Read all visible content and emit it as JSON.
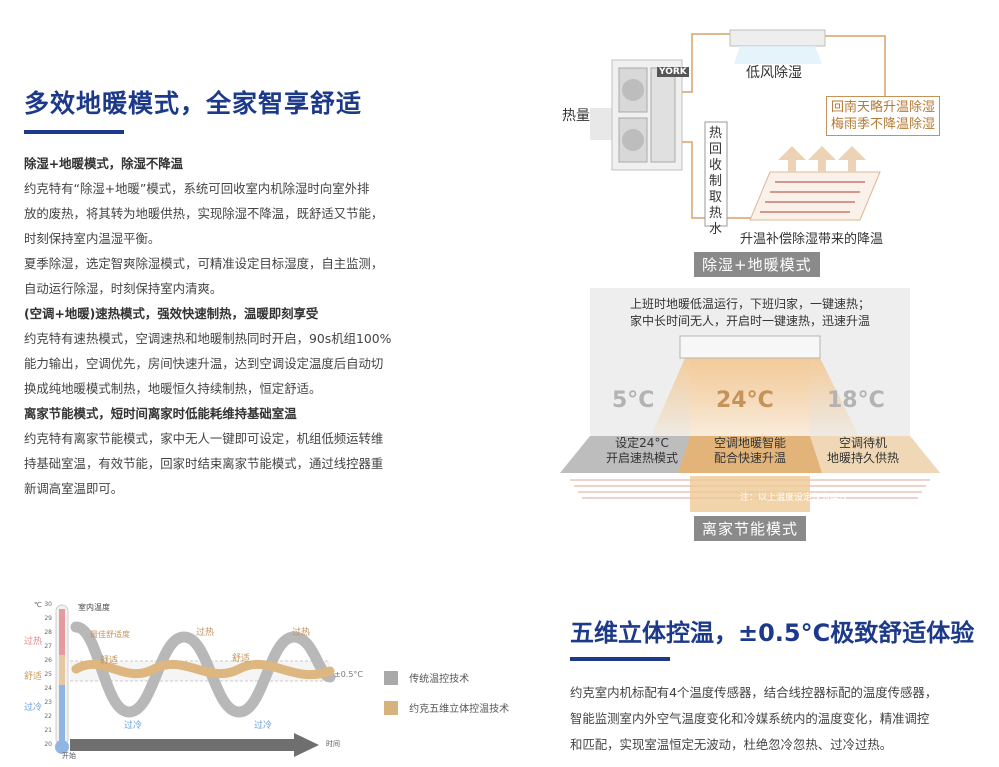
{
  "section1": {
    "title": "多效地暖模式，全家智享舒适",
    "lines": [
      {
        "text": "除湿+地暖模式，除湿不降温",
        "bold": true
      },
      {
        "text": "约克特有“除湿+地暖”模式，系统可回收室内机除湿时向室外排",
        "bold": false
      },
      {
        "text": "放的废热，将其转为地暖供热，实现除湿不降温，既舒适又节能，",
        "bold": false
      },
      {
        "text": "时刻保持室内温湿平衡。",
        "bold": false
      },
      {
        "text": "夏季除湿，选定智爽除湿模式，可精准设定目标湿度，自主监测，",
        "bold": false
      },
      {
        "text": "自动运行除湿，时刻保持室内清爽。",
        "bold": false
      },
      {
        "text": "(空调+地暖)速热模式，强效快速制热，温暖即刻享受",
        "bold": true
      },
      {
        "text": "约克特有速热模式，空调速热和地暖制热同时开启，90s机组100%",
        "bold": false
      },
      {
        "text": "能力输出，空调优先，房间快速升温，达到空调设定温度后自动切",
        "bold": false
      },
      {
        "text": "换成纯地暖模式制热，地暖恒久持续制热，恒定舒适。",
        "bold": false
      },
      {
        "text": "离家节能模式，短时间离家时低能耗维持基础室温",
        "bold": true
      },
      {
        "text": "约克特有离家节能模式，家中无人一键即可设定，机组低频运转维",
        "bold": false
      },
      {
        "text": "持基础室温，有效节能，回家时结束离家节能模式，通过线控器重",
        "bold": false
      },
      {
        "text": "新调高室温即可。",
        "bold": false
      }
    ]
  },
  "diagram1": {
    "brand": "YORK",
    "heat_label": "热量",
    "low_wind_label": "低风除湿",
    "vertical_label": "热回收制取热水",
    "gold_note": [
      "回南天略升温除湿",
      "梅雨季不降温除湿"
    ],
    "bottom_caption": "升温补偿除湿带来的降温",
    "tag": "除湿+地暖模式"
  },
  "diagram2": {
    "top_text": [
      "上班时地暖低温运行，下班归家，一键速热；",
      "家中长时间无人，开启时一键速热，迅速升温"
    ],
    "temps": [
      "5°C",
      "24°C",
      "18°C"
    ],
    "captions": [
      [
        "设定24°C",
        "开启速热模式"
      ],
      [
        "空调地暖智能",
        "配合快速升温"
      ],
      [
        "空调待机",
        "地暖持久供热"
      ]
    ],
    "note": "注：以上温度设定仅为建议",
    "tag": "离家节能模式"
  },
  "chart": {
    "unit": "℃",
    "indoor_label": "室内温度",
    "best_label": "最佳舒适度",
    "y_ticks": [
      "30",
      "29",
      "28",
      "27",
      "26",
      "25",
      "24",
      "23",
      "22",
      "21",
      "20"
    ],
    "zone_labels": [
      "过热",
      "舒适",
      "过冷"
    ],
    "wave_labels": {
      "hot": "过热",
      "comfort": "舒适",
      "cold": "过冷"
    },
    "tolerance": "±0.5°C",
    "start": "开始",
    "time": "时间",
    "legend": [
      {
        "name": "传统温控技术",
        "color": "#a9a9a9"
      },
      {
        "name": "约克五维立体控温技术",
        "color": "#d8b27c"
      }
    ]
  },
  "section2": {
    "title": "五维立体控温，±0.5°C极致舒适体验",
    "lines": [
      "约克室内机标配有4个温度传感器，结合线控器标配的温度传感器，",
      "智能监测室内外空气温度变化和冷媒系统内的温度变化，精准调控",
      "和匹配，实现室温恒定无波动，杜绝忽冷忽热、过冷过热。"
    ]
  },
  "colors": {
    "brand_blue": "#1d3a8a",
    "gold": "#c5935a",
    "grey_tag": "#8a8a8a"
  }
}
